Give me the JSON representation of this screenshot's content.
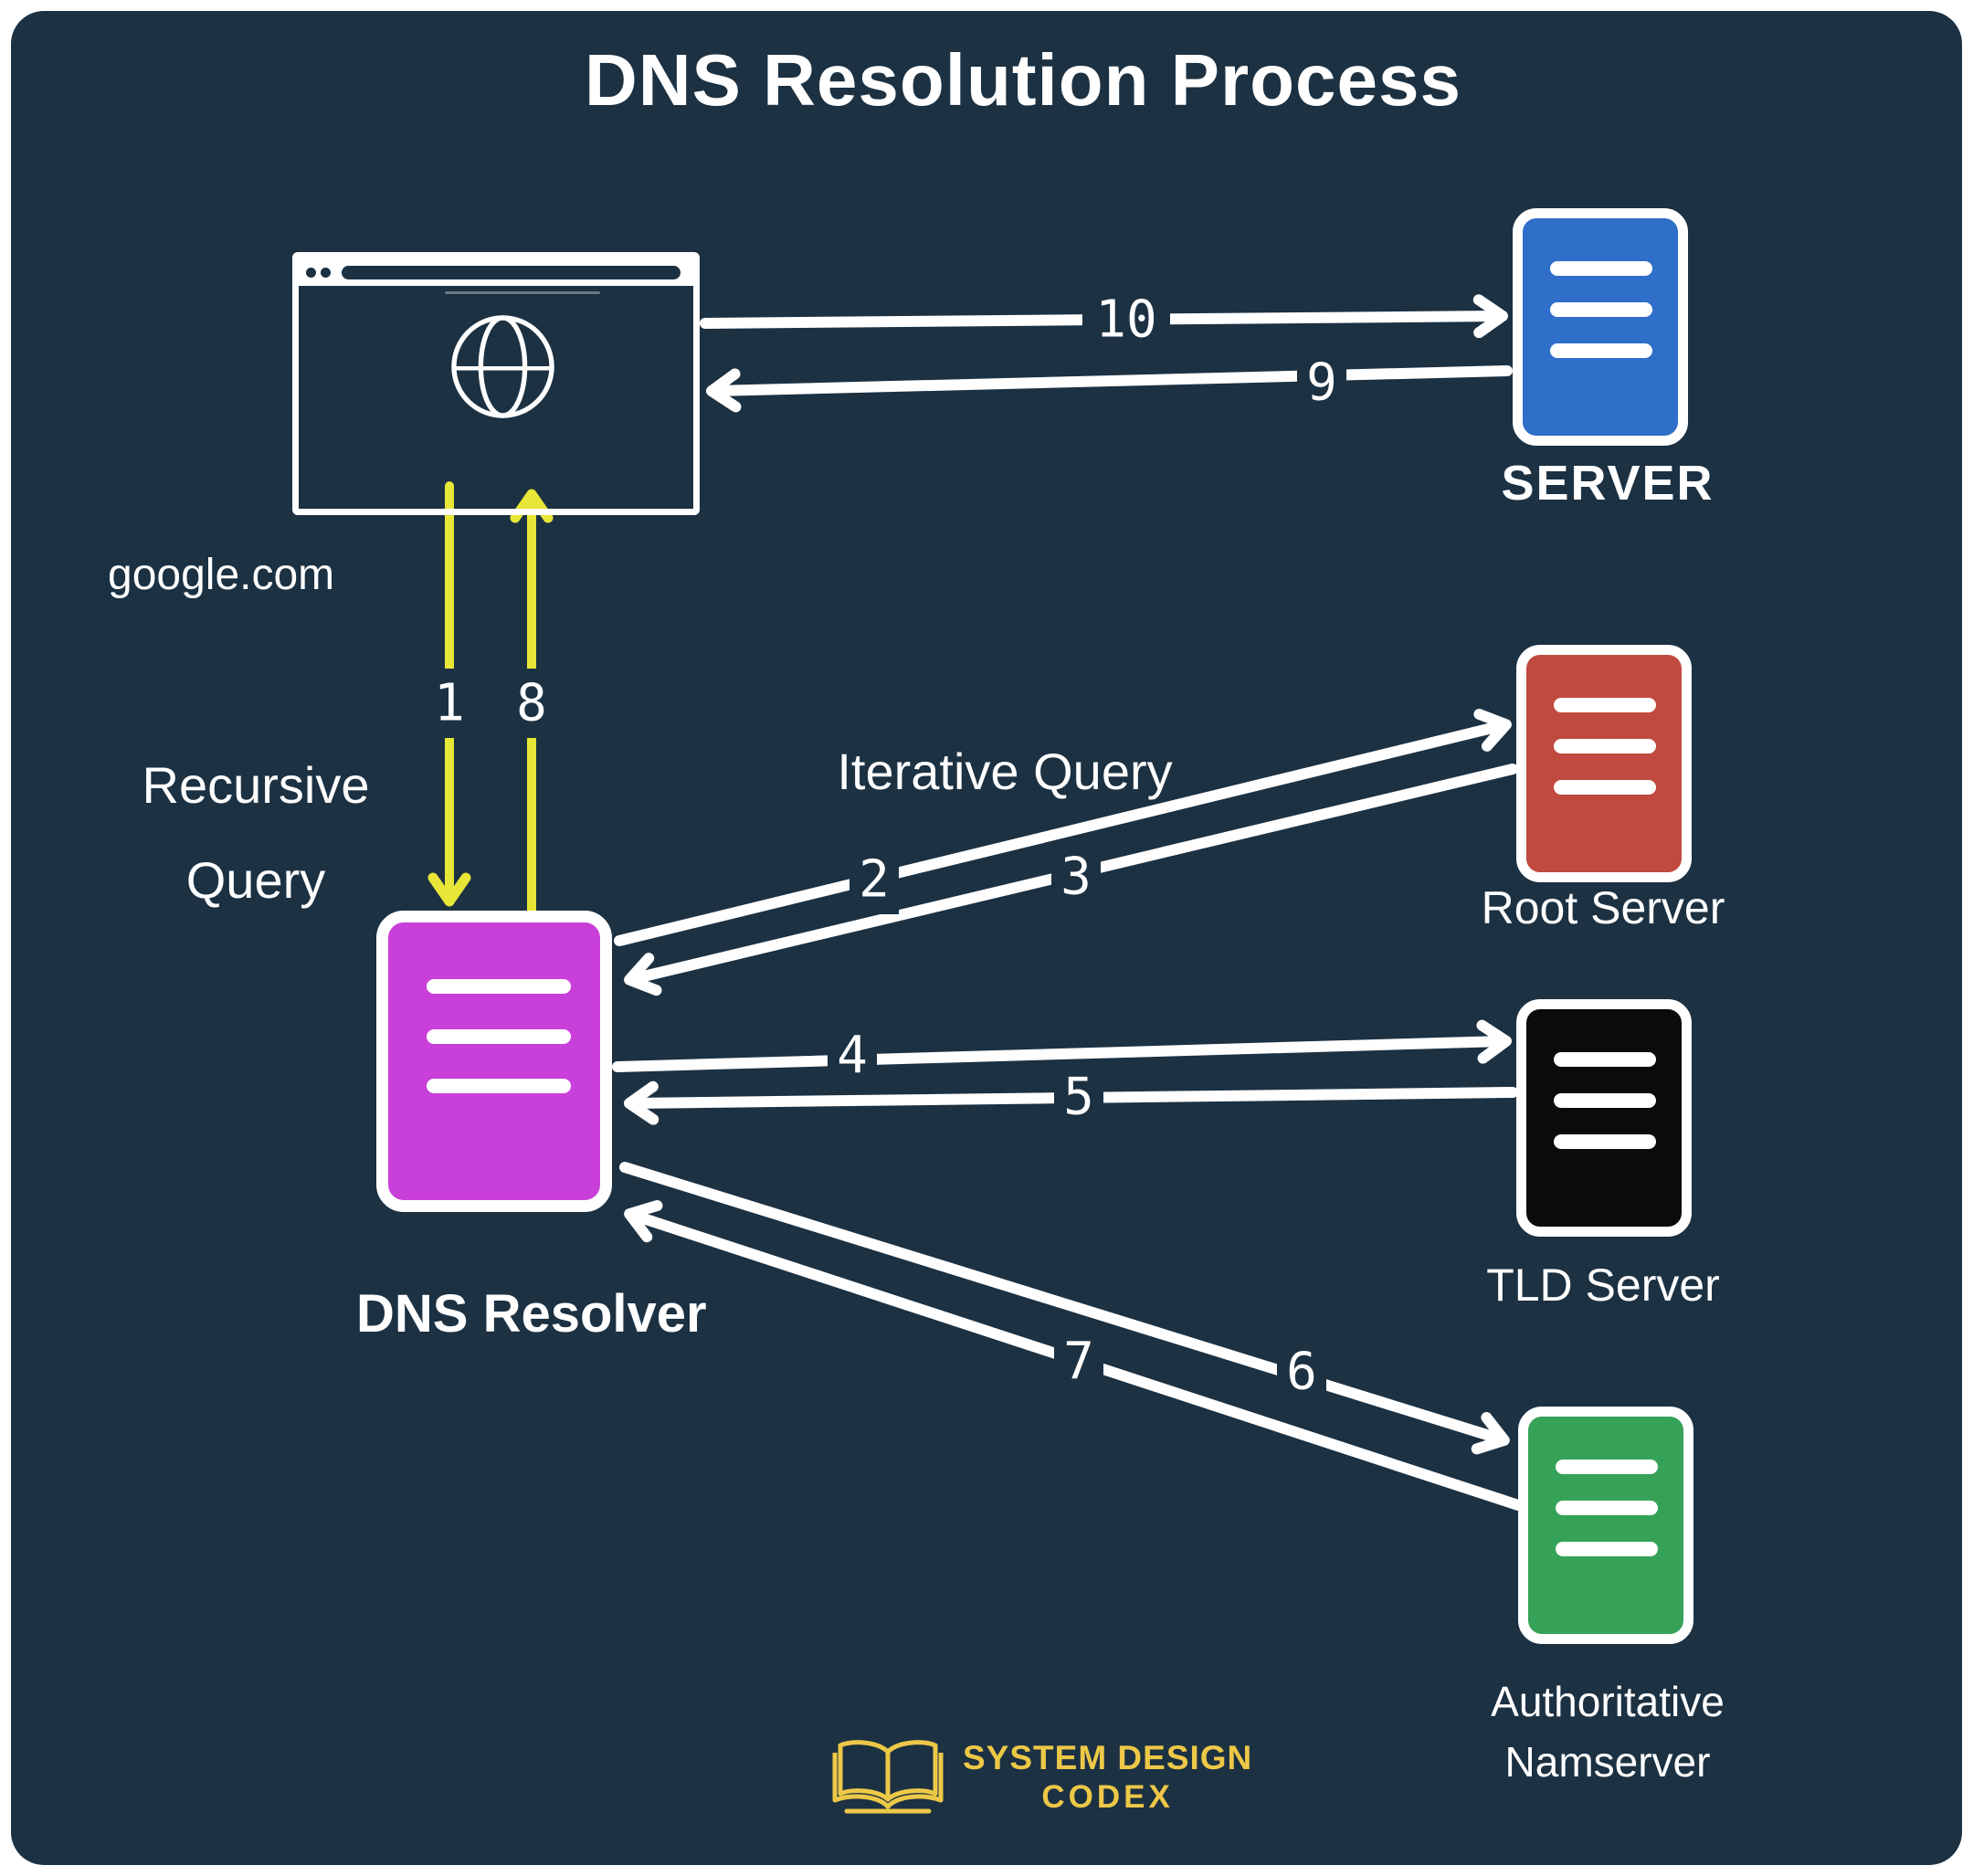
{
  "title": "DNS Resolution Process",
  "nodes": {
    "browser": {
      "label": "google.com"
    },
    "server": {
      "label": "SERVER",
      "color": "#2f6ec9"
    },
    "root_server": {
      "label": "Root Server",
      "color": "#c04a3f"
    },
    "tld_server": {
      "label": "TLD Server",
      "color": "#0b0b0b"
    },
    "authoritative_nameserver": {
      "label_line1": "Authoritative",
      "label_line2": "Namserver",
      "color": "#36a257"
    },
    "dns_resolver": {
      "label": "DNS Resolver",
      "color": "#c93fd9"
    }
  },
  "annotations": {
    "recursive_query_line1": "Recursive",
    "recursive_query_line2": "Query",
    "iterative_query": "Iterative Query"
  },
  "arrows": {
    "a1": "1",
    "a2": "2",
    "a3": "3",
    "a4": "4",
    "a5": "5",
    "a6": "6",
    "a7": "7",
    "a8": "8",
    "a9": "9",
    "a10": "10"
  },
  "logo": {
    "line1": "SYSTEM DESIGN",
    "line2": "CODEX"
  },
  "colors": {
    "background_panel": "#1c3142",
    "page_margin": "#ffffff",
    "arrow_white": "#ffffff",
    "recursive_arrow_yellow": "#e8e637",
    "brand_gold": "#edc847"
  }
}
